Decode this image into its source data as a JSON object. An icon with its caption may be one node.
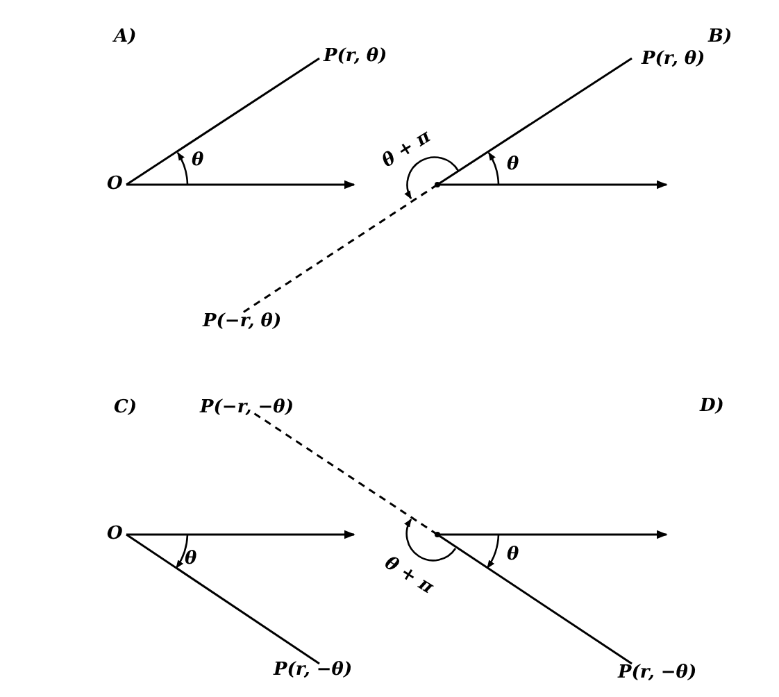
{
  "diagram": {
    "nodes": [
      {
        "text": [
          "O"
        ]
      },
      {
        "text": [
          "P(r, θ)"
        ]
      },
      {
        "text": [],
        "shape": "point"
      },
      {
        "text": [
          "P(r, θ)"
        ]
      },
      {
        "text": [
          "P(−r, θ)"
        ]
      },
      {
        "text": [
          "O"
        ]
      },
      {
        "text": [
          "P(r, −θ)"
        ]
      },
      {
        "text": [],
        "shape": "point"
      },
      {
        "text": [
          "P(−r, −θ)"
        ]
      },
      {
        "text": [
          "P(r, −θ)"
        ]
      }
    ],
    "edges": [
      {
        "from": 0,
        "to": 1,
        "arrow": "none"
      },
      {
        "from": 2,
        "to": 3,
        "arrow": "none"
      },
      {
        "from": 2,
        "to": 4,
        "arrow": "none",
        "style": "dashed"
      },
      {
        "from": 5,
        "to": 6,
        "arrow": "none"
      },
      {
        "from": 7,
        "to": 9,
        "arrow": "none"
      },
      {
        "from": 7,
        "to": 8,
        "arrow": "none",
        "style": "dashed"
      }
    ],
    "labels": [
      "A)",
      "B)",
      "θ",
      "θ + π",
      "θ",
      "C)",
      "D)",
      "θ",
      "θ",
      "θ + π"
    ]
  }
}
